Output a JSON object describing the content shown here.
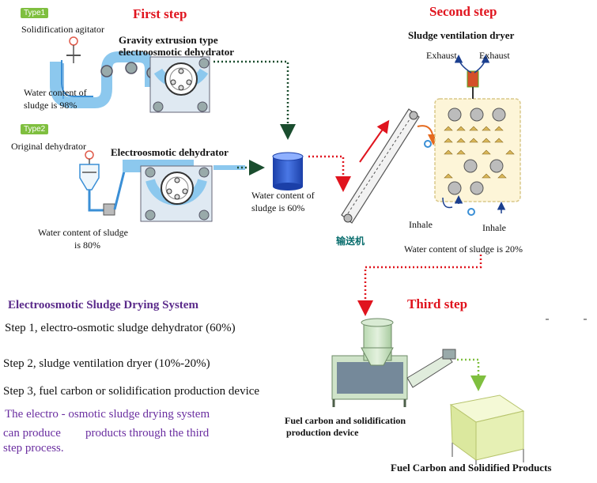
{
  "type1": {
    "tag": "Type1",
    "agitator": "Solidification agitator",
    "machine_line1": "Gravity extrusion type",
    "machine_line2": "electroosmotic dehydrator",
    "water_line1": "Water content of",
    "water_line2": "sludge is 98%"
  },
  "type2": {
    "tag": "Type2",
    "original": "Original dehydrator",
    "machine": "Electroosmotic dehydrator",
    "water_line1": "Water content of sludge",
    "water_line2": "is 80%"
  },
  "first_step": "First step",
  "second_step": "Second step",
  "third_step": "Third step",
  "tank": {
    "line1": "Water content of",
    "line2": "sludge is 60%"
  },
  "conveyor": "输送机",
  "dryer": {
    "title": "Sludge ventilation dryer",
    "exhaust_left": "Exhaust",
    "exhaust_right": "Exhaust",
    "inhale_left": "Inhale",
    "inhale_right": "Inhale",
    "water": "Water content of sludge is 20%"
  },
  "system": {
    "title": "Electroosmotic Sludge Drying System",
    "step1": "Step 1, electro-osmotic sludge dehydrator (60%)",
    "step2": "Step 2, sludge ventilation dryer (10%-20%)",
    "step3": "Step 3, fuel carbon or solidification production device",
    "desc_line1": "The electro - osmotic sludge drying system",
    "desc_line2a": "can produce",
    "desc_line2b": "products through the third",
    "desc_line3": "step process."
  },
  "device": {
    "line1": "Fuel carbon and solidification",
    "line2": "production device"
  },
  "products": "Fuel Carbon and Solidified Products",
  "colors": {
    "accent_blue": "#3a8fd6",
    "step_red": "#e0141e",
    "tag_green": "#7fbf3f",
    "purple": "#6a2ea0"
  }
}
